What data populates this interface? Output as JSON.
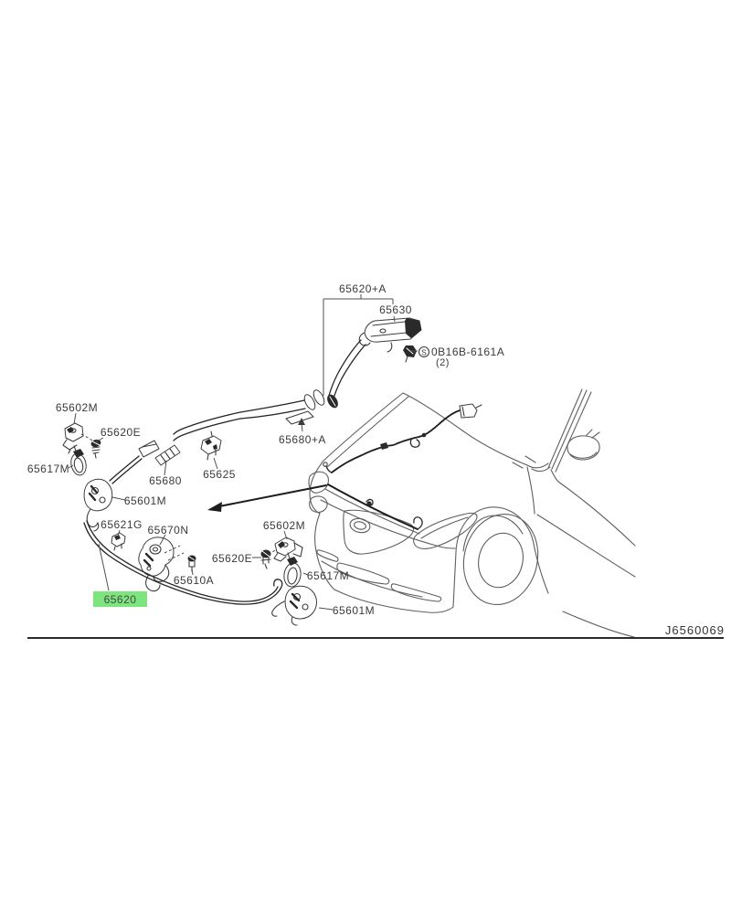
{
  "image": {
    "type": "parts-diagram",
    "subject": "hood lock control cable and latches on sedan front end",
    "diagram_code": "J6560069",
    "highlight_color": "#7DE57D",
    "line_color": "#5f5f5f",
    "text_color": "#3a3a3a"
  },
  "callouts": [
    {
      "text": "65620+A",
      "role": "cable-assembly-with-lock"
    },
    {
      "text": "65630",
      "role": "hood-lock-assembly"
    },
    {
      "text": "0B16B-6161A",
      "qty": "(2)",
      "symbol": "S",
      "role": "screw"
    },
    {
      "text": "65602M",
      "role": "bracket-left"
    },
    {
      "text": "65620E",
      "role": "screw-grommet-left"
    },
    {
      "text": "65617M",
      "role": "hook-left"
    },
    {
      "text": "65680",
      "role": "cable-protector-tube"
    },
    {
      "text": "65625",
      "role": "cable-clip"
    },
    {
      "text": "65601M",
      "role": "latch-left"
    },
    {
      "text": "65621G",
      "role": "cable-clamp"
    },
    {
      "text": "65670N",
      "role": "hood-lock-control"
    },
    {
      "text": "65680+A",
      "role": "insulator-sheet"
    },
    {
      "text": "65602M",
      "role": "bracket-center"
    },
    {
      "text": "65620E",
      "role": "screw-grommet-center"
    },
    {
      "text": "65610A",
      "role": "grommet"
    },
    {
      "text": "65617M",
      "role": "hook-center"
    },
    {
      "text": "65601M",
      "role": "latch-center"
    },
    {
      "text": "65620",
      "role": "rear-cable-section",
      "highlighted": true
    }
  ]
}
